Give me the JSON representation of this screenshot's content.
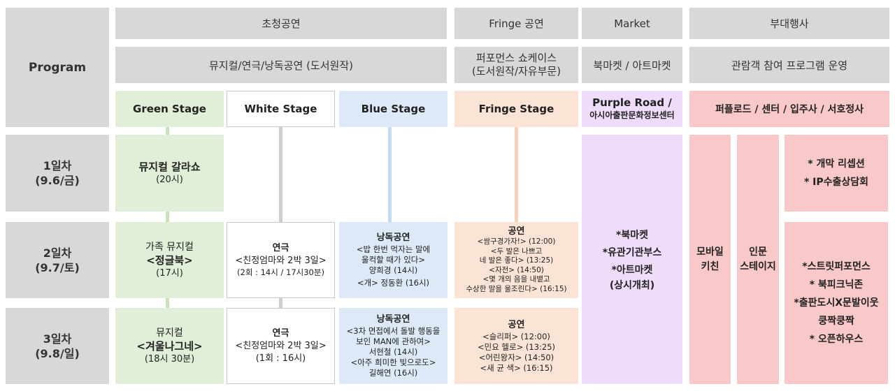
{
  "colors": {
    "header_gray": "#d8d8d8",
    "green_stage": "#e1efd9",
    "white_stage": "#ffffff",
    "blue_stage": "#dde9f6",
    "fringe_stage": "#fbe4d6",
    "purple_road": "#eedcfa",
    "pink_events": "#f9c9c9"
  },
  "header": {
    "program": "Program",
    "invited": "초청공연",
    "fringe": "Fringe 공연",
    "market": "Market",
    "events": "부대행사",
    "invited_sub": "뮤지컬/연극/낭독공연 (도서원작)",
    "fringe_sub": [
      "퍼포먼스 쇼케이스",
      "(도서원작/자유부문)"
    ],
    "market_sub": "북마켓 / 아트마켓",
    "events_sub": "관람객 참여 프로그램 운영"
  },
  "stages": {
    "green": "Green Stage",
    "white": "White Stage",
    "blue": "Blue Stage",
    "fringe": "Fringe Stage",
    "purple": [
      "Purple Road /",
      "아시아출판문화정보센터"
    ],
    "events_venues": "퍼플로드 / 센터 / 입주사 / 서호정사"
  },
  "days": [
    [
      "1일차",
      "(9.6/금)"
    ],
    [
      "2일차",
      "(9.7/토)"
    ],
    [
      "3일차",
      "(9.8/일)"
    ]
  ],
  "green": {
    "day1": [
      "뮤지컬 갈라쇼",
      "(20시)"
    ],
    "day2": [
      "가족 뮤지컬",
      "<정글북>",
      "(17시)"
    ],
    "day3": [
      "뮤지컬",
      "<겨울나그네>",
      "(18시 30분)"
    ]
  },
  "white": {
    "day2": [
      "연극",
      "<친정엄마와 2박 3일>",
      "(2회 : 14시 / 17시30분)"
    ],
    "day3": [
      "연극",
      "<친정엄마와 2박 3일>",
      "(1회 : 16시)"
    ]
  },
  "blue": {
    "day2": [
      "낭독공연",
      "<밥 한번 먹자는 말에",
      "울컥할 때가 있다>",
      "양희경 (14시)",
      "<개> 정동환 (16시)"
    ],
    "day3": [
      "낭독공연",
      "<3차 면접에서 돌발 행동을",
      "보인 MAN에 관하여>",
      "서현철 (14시)",
      "<아주 희미한 빛으로도>",
      "길해연 (16시)"
    ]
  },
  "fringe": {
    "day2": [
      "공연",
      "<쌈구경가자!> (12:00)",
      "<두 발은 나쁘고",
      "네 발은 좋다> (13:25)",
      "<자전> (14:50)",
      "<몇 개의 음을 내뱉고",
      "수상한 말을 울조린다> (16:15)"
    ],
    "day3": [
      "공연",
      "<슬리퍼> (12:00)",
      "<민요 헬로> (13:25)",
      "<어린왕자> (14:50)",
      "<새 균 색> (16:15)"
    ]
  },
  "market": [
    "*북마켓",
    "*유관기관부스",
    "*아트마켓",
    "(상시개최)"
  ],
  "events": {
    "mobile": [
      "모바일",
      "키친"
    ],
    "humanities": [
      "인문",
      "스테이지"
    ],
    "day1": [
      "* 개막 리셉션",
      "* IP수출상담회"
    ],
    "day23": [
      "*스트릿퍼포먼스",
      "* 북피크닉존",
      "*출판도시X문발이웃",
      "쿵짝쿵짝",
      "* 오픈하우스"
    ]
  }
}
